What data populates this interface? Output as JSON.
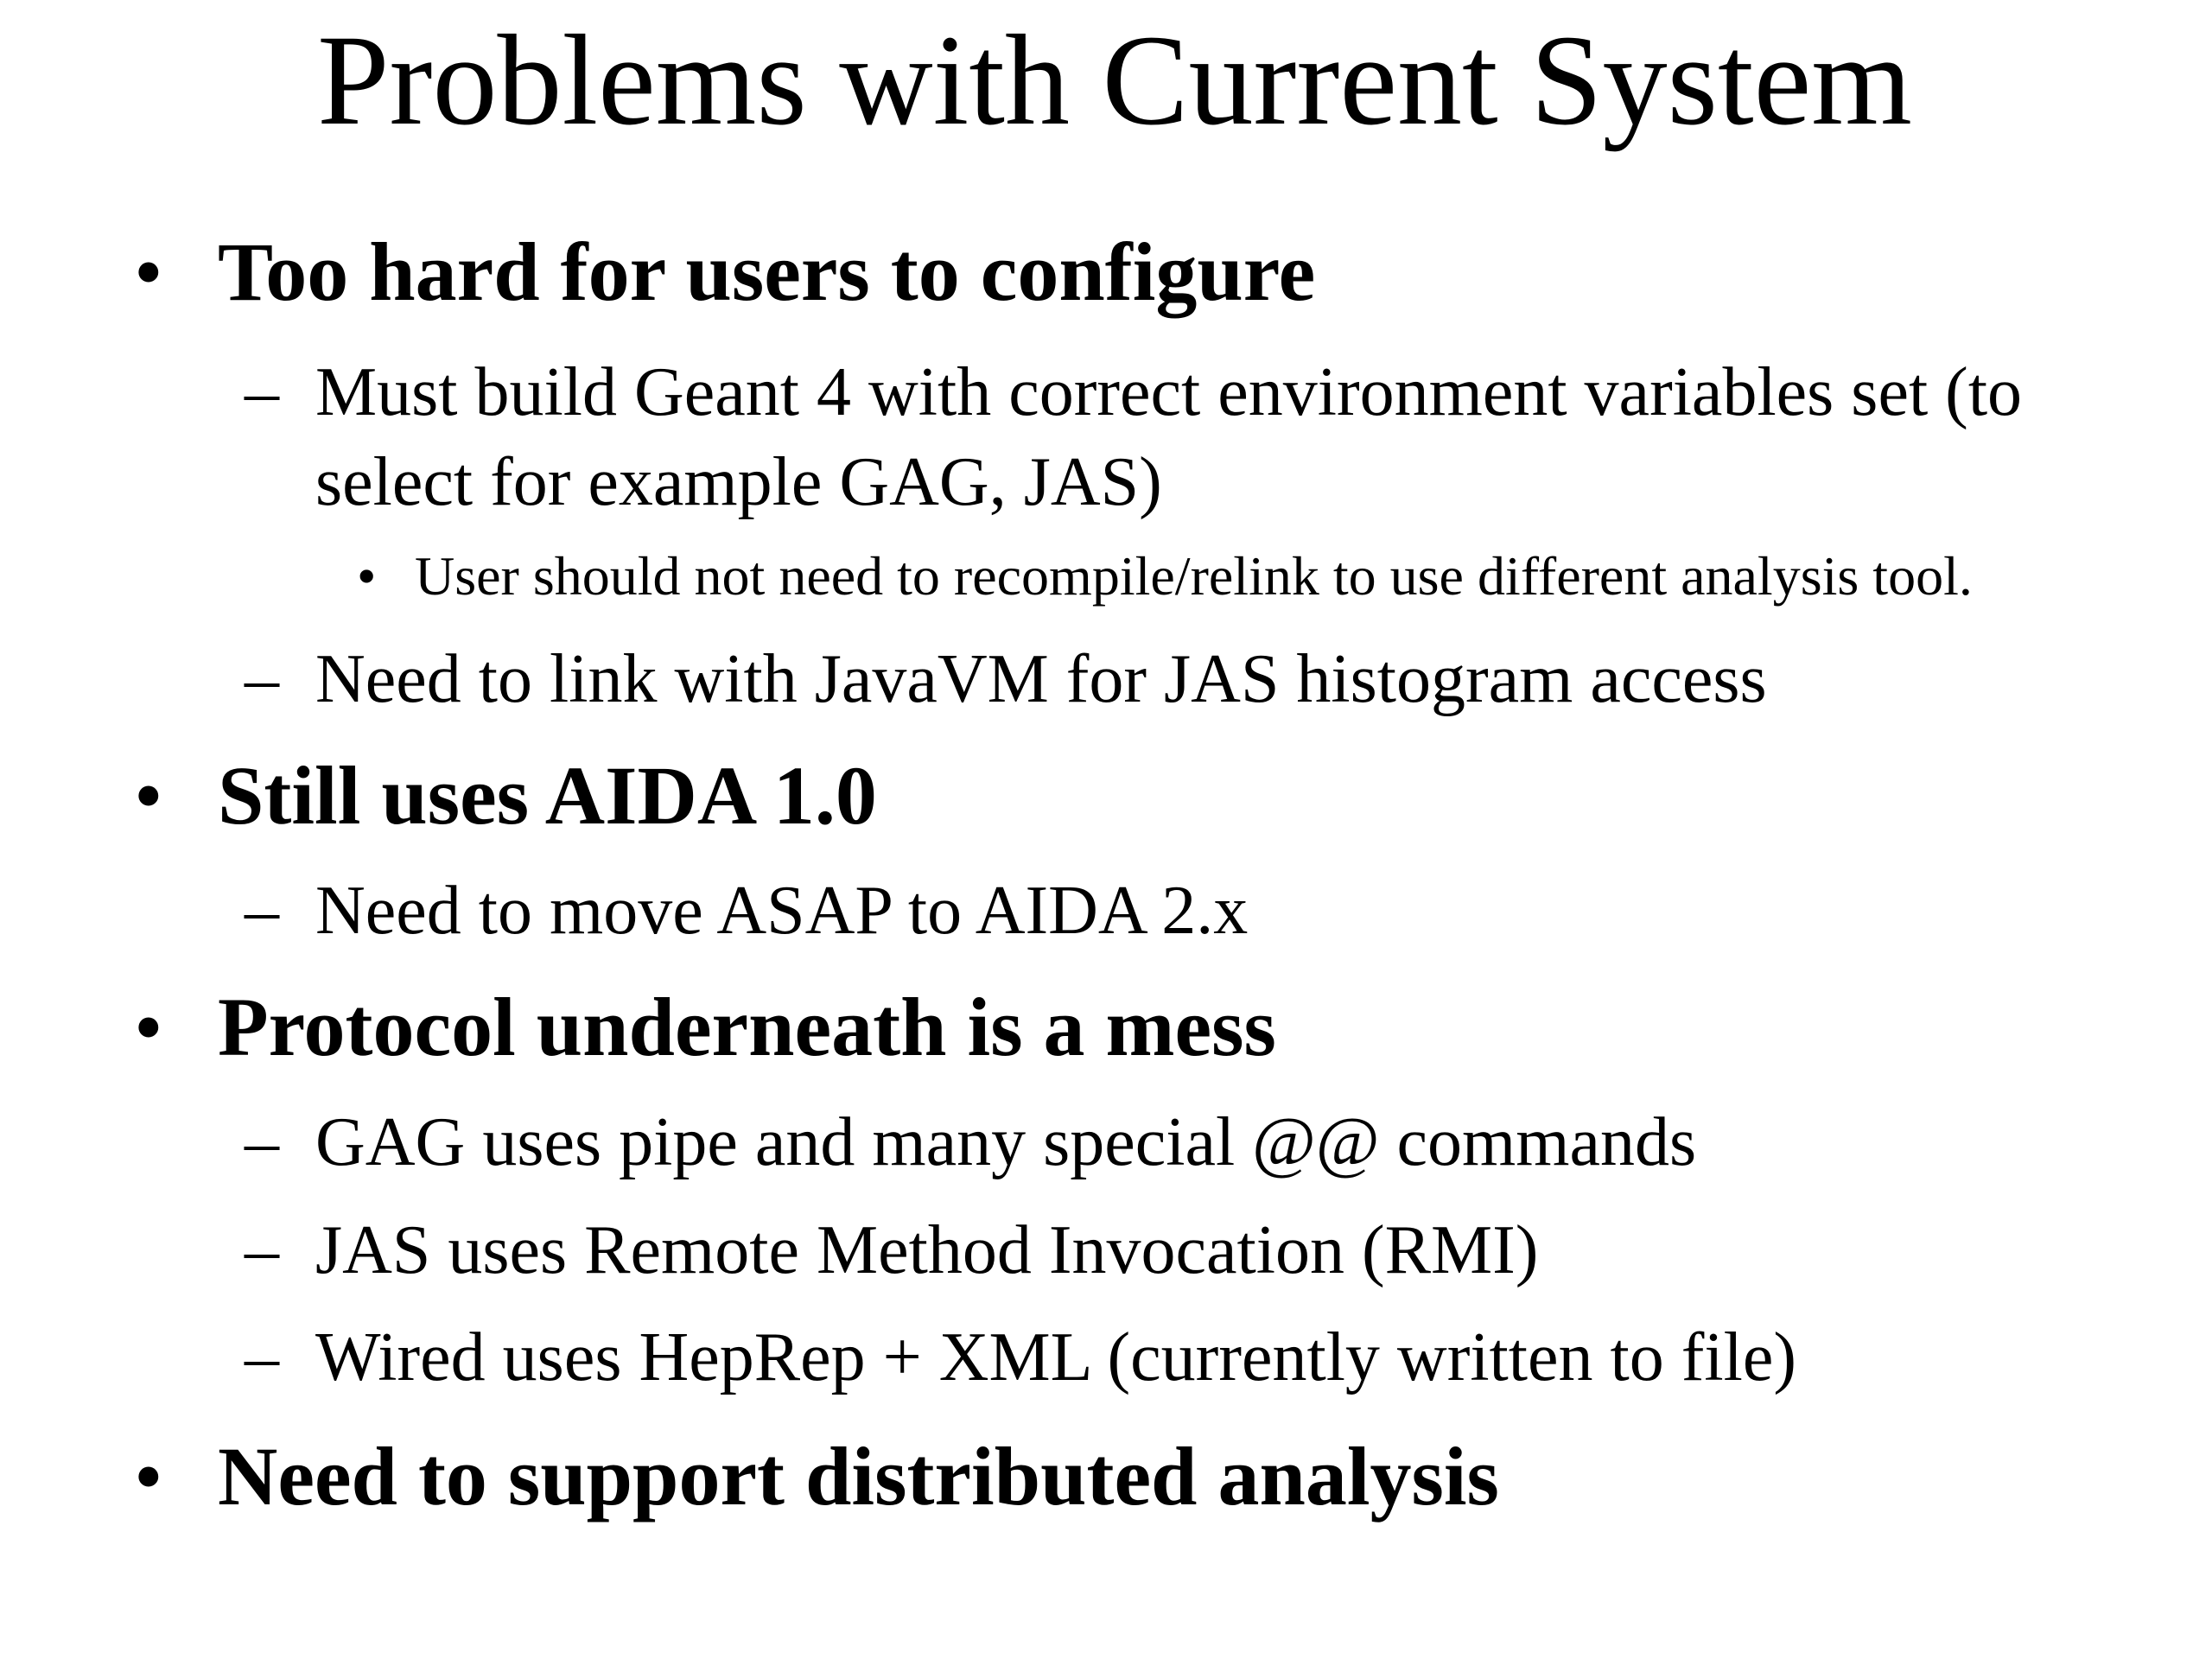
{
  "slide": {
    "title": "Problems with Current System",
    "bullet_symbol": "•",
    "dash_symbol": "–",
    "items": [
      {
        "text": "Too hard for users to configure",
        "subitems": [
          {
            "line1": "Must build Geant 4 with correct environment variables set (to",
            "line2": "select for example GAG, JAS)",
            "subitems": [
              {
                "text": "User should not need to recompile/relink to use different analysis tool."
              }
            ]
          },
          {
            "text": "Need to link with JavaVM for JAS histogram access"
          }
        ]
      },
      {
        "text": "Still uses AIDA 1.0",
        "subitems": [
          {
            "text": "Need to move ASAP to AIDA 2.x"
          }
        ]
      },
      {
        "text": "Protocol underneath is a mess",
        "subitems": [
          {
            "text": "GAG uses pipe and many special @@ commands"
          },
          {
            "text": "JAS uses Remote Method Invocation (RMI)"
          },
          {
            "text": "Wired uses HepRep + XML (currently written to file)"
          }
        ]
      },
      {
        "text": "Need to support distributed analysis"
      }
    ]
  }
}
